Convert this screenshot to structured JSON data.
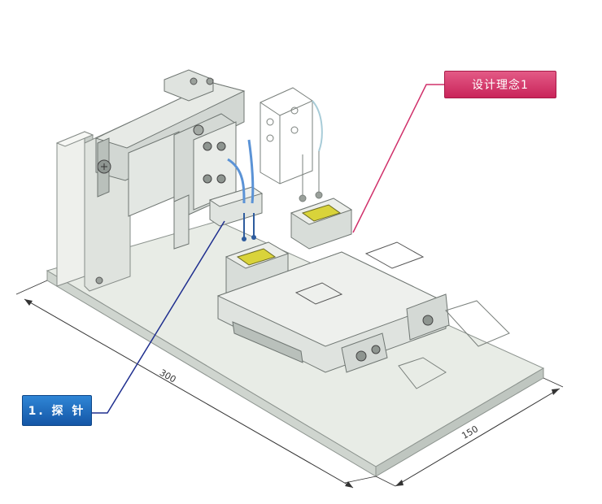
{
  "callouts": {
    "design_concept": "设计理念1",
    "probe": "1. 探 针"
  },
  "dimensions": {
    "length": "300",
    "width": "150"
  },
  "colors": {
    "design_callout": "#d03565",
    "design_leader": "#d0306a",
    "probe_callout": "#1a5fb4",
    "probe_leader": "#1f2f8f",
    "base_plate": "#e6eae4",
    "machine_gray": "#c8cec9",
    "pad_yellow": "#d9d33a",
    "hose_blue": "#5b93d6"
  }
}
